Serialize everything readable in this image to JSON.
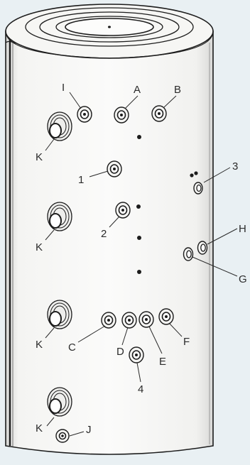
{
  "background_color": "#e9f0f3",
  "tank_fill": "#f7f7f5",
  "outline_color": "#1c1c1c",
  "labels": {
    "I": "I",
    "A": "A",
    "B": "B",
    "three": "3",
    "K1": "K",
    "one": "1",
    "two": "2",
    "K2": "K",
    "H": "H",
    "G": "G",
    "K3": "K",
    "C": "C",
    "D": "D",
    "E": "E",
    "F": "F",
    "four": "4",
    "K4": "K",
    "J": "J"
  }
}
